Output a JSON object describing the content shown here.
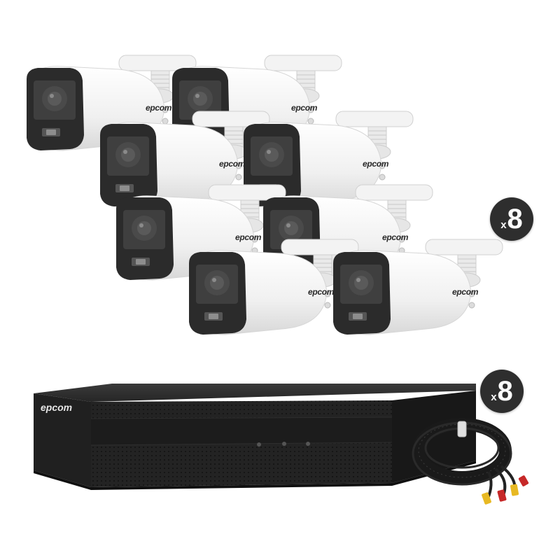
{
  "product": {
    "brand": "epcom",
    "camera_badge": {
      "prefix": "x",
      "count": "8"
    },
    "cable_badge": {
      "prefix": "x",
      "count": "8"
    }
  },
  "colors": {
    "background": "#ffffff",
    "camera_body": "#f2f2f2",
    "camera_face": "#2b2b2b",
    "lens": "#4a4a4a",
    "dvr_body": "#1e1e1e",
    "badge": "#2e2e2e",
    "cable": "#222222",
    "connector_yellow": "#e8b923",
    "connector_red": "#c62828"
  },
  "icons": {
    "camera": "bullet-camera-icon",
    "recorder": "dvr-icon",
    "cable": "coax-cable-icon"
  }
}
